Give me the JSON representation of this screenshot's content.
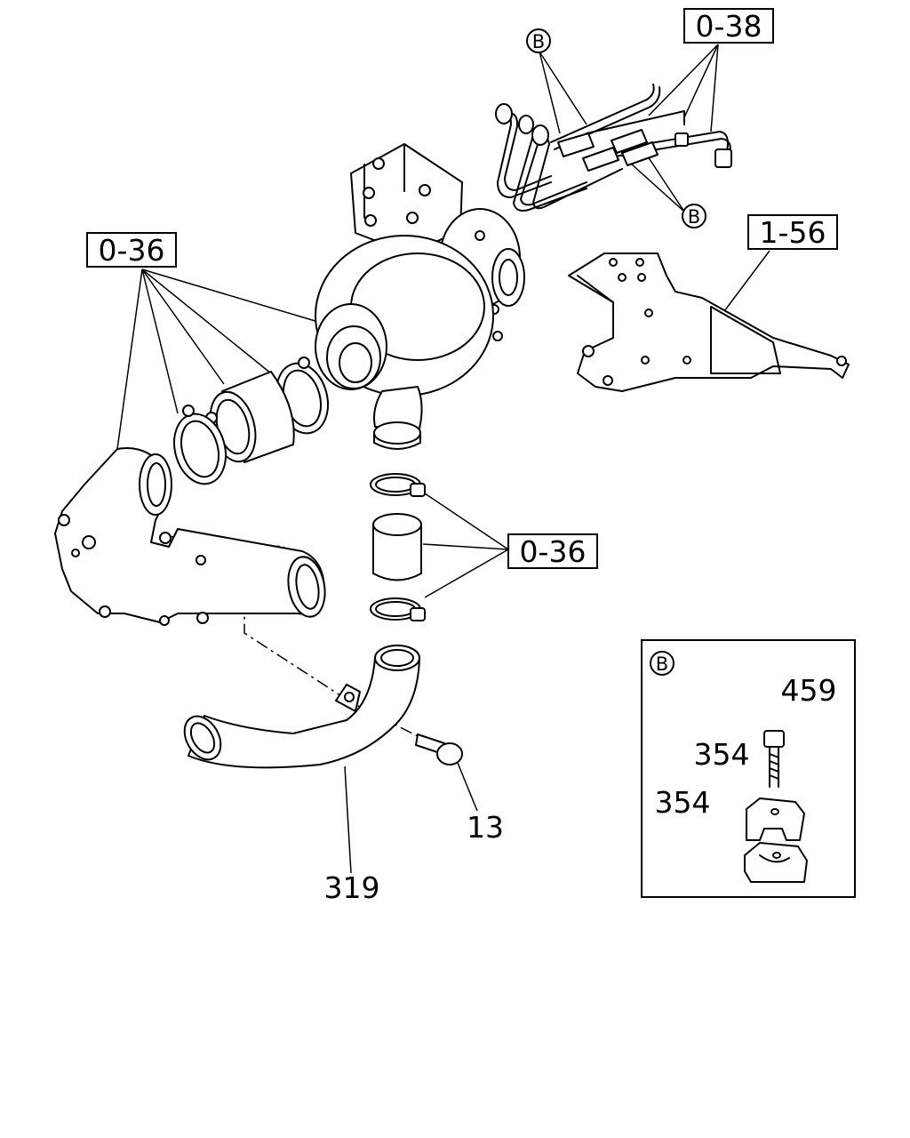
{
  "refs": {
    "ref_038": "0-38",
    "ref_036_top": "0-36",
    "ref_036_mid": "0-36",
    "ref_156": "1-56"
  },
  "callouts": {
    "b_top": "B",
    "b_mid": "B",
    "b_detail": "B"
  },
  "parts": {
    "p13": "13",
    "p319": "319",
    "p459": "459",
    "p354_upper": "354",
    "p354_lower": "354"
  }
}
